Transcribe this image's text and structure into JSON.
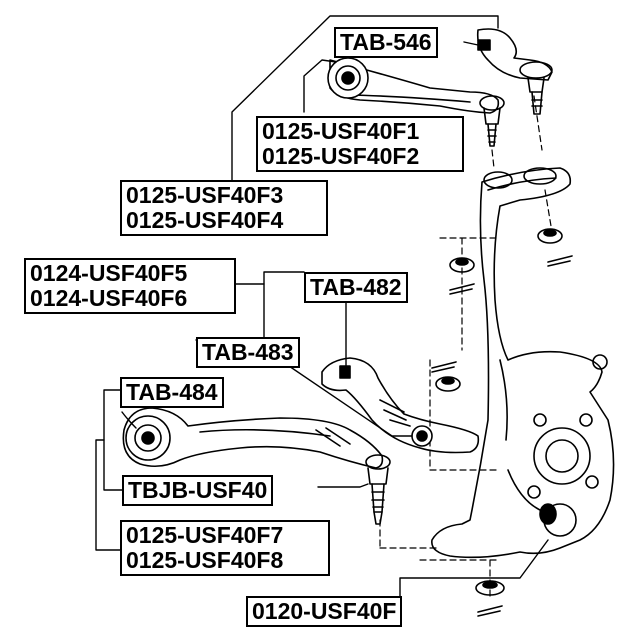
{
  "labels": {
    "upper_bushing": "TAB-546",
    "upper_arm_a": "0125-USF40F1",
    "upper_arm_b": "0125-USF40F2",
    "upper_arm_c": "0125-USF40F3",
    "upper_arm_d": "0125-USF40F4",
    "lower_arm_a": "0124-USF40F5",
    "lower_arm_b": "0124-USF40F6",
    "lower_bushing_front": "TAB-482",
    "lower_bushing_rear": "TAB-483",
    "front_arm_bushing": "TAB-484",
    "ball_joint": "TBJB-USF40",
    "front_arm_a": "0125-USF40F7",
    "front_arm_b": "0125-USF40F8",
    "hub_bearing": "0120-USF40F"
  },
  "colors": {
    "line": "#000000",
    "background": "#ffffff"
  }
}
